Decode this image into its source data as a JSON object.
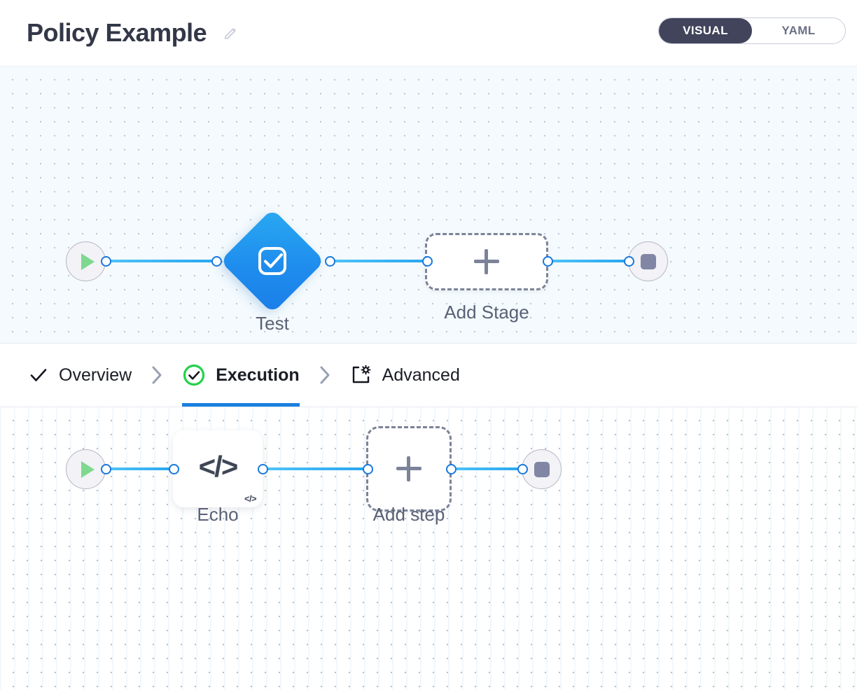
{
  "header": {
    "title": "Policy Example",
    "edit_icon": "pencil-icon",
    "view_toggle": {
      "visual_label": "VISUAL",
      "yaml_label": "YAML",
      "active": "VISUAL",
      "active_bg": "#41445a",
      "inactive_color": "#6b7086"
    }
  },
  "stage_canvas": {
    "start_node": {
      "icon": "play-icon",
      "icon_color": "#7ed98f"
    },
    "stage_node": {
      "label": "Test",
      "icon": "check-square-icon",
      "color": "#1f8ded"
    },
    "add_stage": {
      "label": "Add Stage",
      "icon": "plus-icon"
    },
    "end_node": {
      "icon": "stop-icon",
      "icon_color": "#8086a3"
    },
    "edge_color": "#29a6f0",
    "background": "#f4fafd"
  },
  "tabs": [
    {
      "label": "Overview",
      "icon": "check-icon",
      "active": false
    },
    {
      "label": "Execution",
      "icon": "check-circle-icon",
      "active": true
    },
    {
      "label": "Advanced",
      "icon": "config-gear-icon",
      "active": false
    }
  ],
  "tab_separator": "chevron-right-icon",
  "active_tab_underline_color": "#1a7fe0",
  "step_canvas": {
    "start_node": {
      "icon": "play-icon",
      "icon_color": "#7ed98f"
    },
    "step_node": {
      "label": "Echo",
      "icon": "code-icon",
      "badge": "</>"
    },
    "add_step": {
      "label": "Add step",
      "icon": "plus-icon"
    },
    "end_node": {
      "icon": "stop-icon",
      "icon_color": "#8086a3"
    },
    "edge_color": "#29a6f0",
    "background": "#ffffff"
  }
}
